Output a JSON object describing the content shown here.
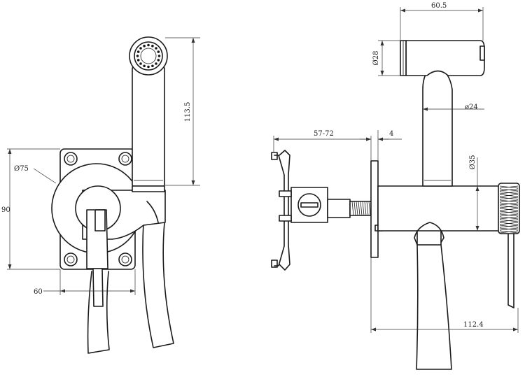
{
  "front_view": {
    "dimensions": {
      "spray_height": "113.5",
      "flange_diameter": "Ø75",
      "overall_height": "90",
      "handle_offset": "60"
    }
  },
  "side_view": {
    "dimensions": {
      "head_length": "60.5",
      "head_diameter": "Ø28",
      "handle_diameter": "ø24",
      "wall_range": "57-72",
      "plate_thickness": "4",
      "body_diameter": "Ø35",
      "projection": "112.4"
    }
  },
  "colors": {
    "line": "#1a1a1a",
    "background": "#ffffff"
  }
}
